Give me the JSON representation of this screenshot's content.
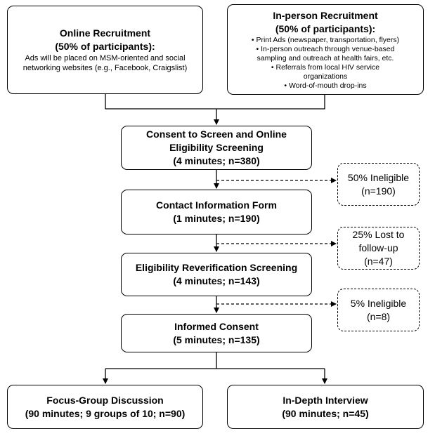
{
  "online": {
    "title": "Online Recruitment",
    "subtitle": "(50% of participants):",
    "desc_line1": "Ads will be placed on MSM-oriented and social",
    "desc_line2": "networking websites (e.g., Facebook, Craigslist)"
  },
  "inperson": {
    "title": "In-person Recruitment",
    "subtitle": "(50% of participants):",
    "bullets": [
      "• Print Ads (newspaper, transportation, flyers)",
      "• In-person outreach through venue-based",
      "sampling and outreach at health fairs, etc.",
      "• Referrals from local HIV service",
      "organizations",
      "• Word-of-mouth drop-ins"
    ]
  },
  "consent_screen": {
    "line1": "Consent to Screen and Online",
    "line2": "Eligibility Screening",
    "line3": "(4 minutes; n=380)"
  },
  "contact": {
    "line1": "Contact Information Form",
    "line2": "(1 minutes; n=190)"
  },
  "reverify": {
    "line1": "Eligibility Reverification Screening",
    "line2": "(4 minutes; n=143)"
  },
  "informed": {
    "line1": "Informed Consent",
    "line2": "(5 minutes; n=135)"
  },
  "focus": {
    "line1": "Focus-Group Discussion",
    "line2": "(90 minutes; 9 groups of 10; n=90)"
  },
  "indepth": {
    "line1": "In-Depth Interview",
    "line2": "(90 minutes; n=45)"
  },
  "side1": {
    "line1": "50% Ineligible",
    "line2": "(n=190)"
  },
  "side2": {
    "line1": "25% Lost to",
    "line2": "follow-up",
    "line3": "(n=47)"
  },
  "side3": {
    "line1": "5% Ineligible",
    "line2": "(n=8)"
  }
}
